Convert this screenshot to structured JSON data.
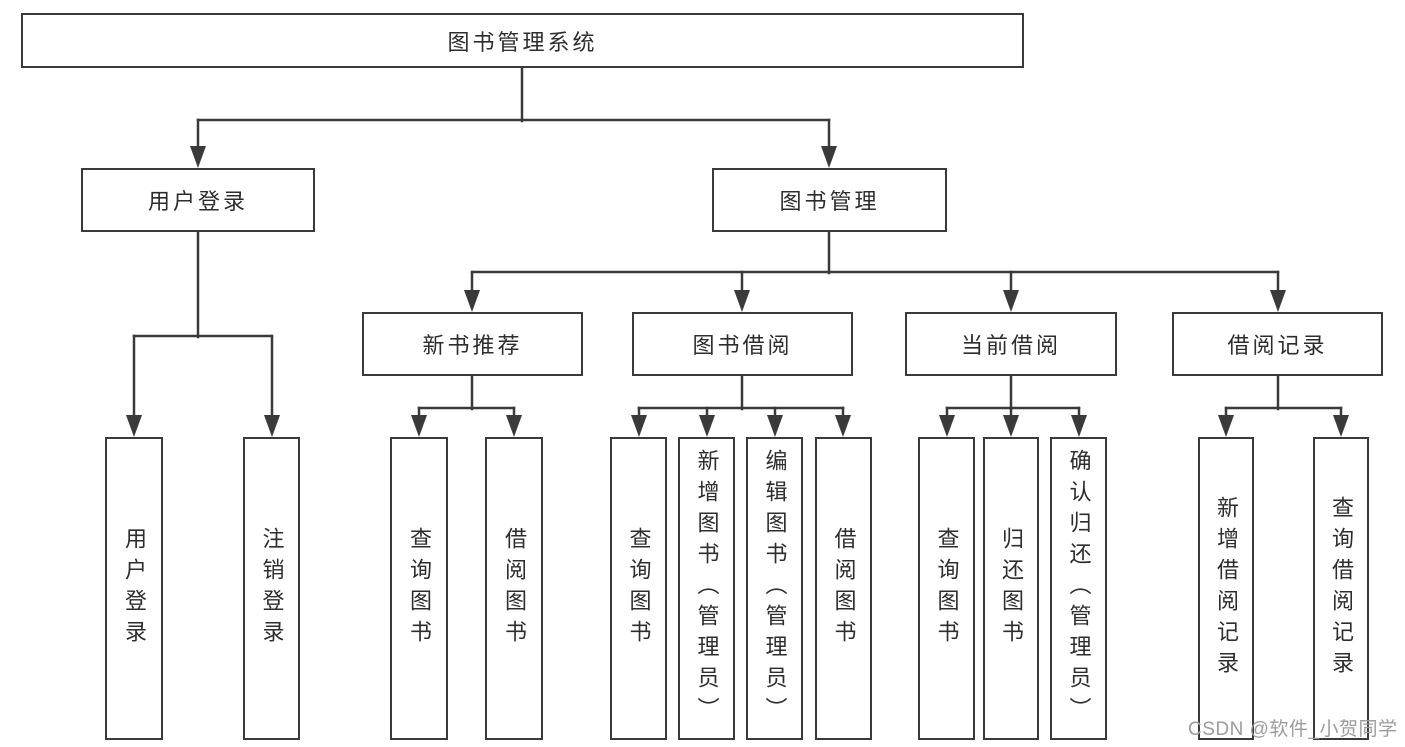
{
  "colors": {
    "line": "#3a3a3a",
    "box_border": "#3a3a3a",
    "text": "#2d2d2d",
    "watermark": "#9c9c9c",
    "background": "#ffffff"
  },
  "nodes": {
    "root": {
      "label": "图书管理系统"
    },
    "user_login_group": {
      "label": "用户登录"
    },
    "book_management": {
      "label": "图书管理"
    },
    "new_book_recommend": {
      "label": "新书推荐"
    },
    "book_borrowing": {
      "label": "图书借阅"
    },
    "current_borrowing": {
      "label": "当前借阅"
    },
    "borrowing_records": {
      "label": "借阅记录"
    },
    "user_login": {
      "label": "用户登录"
    },
    "logout_login": {
      "label": "注销登录"
    },
    "nbr_query_books": {
      "label": "查询图书"
    },
    "nbr_borrow_books": {
      "label": "借阅图书"
    },
    "bb_query_books": {
      "label": "查询图书"
    },
    "bb_add_books": {
      "label": "新增图书（管理员）"
    },
    "bb_edit_books": {
      "label": "编辑图书（管理员）"
    },
    "bb_borrow_books": {
      "label": "借阅图书"
    },
    "cb_query_books": {
      "label": "查询图书"
    },
    "cb_return_books": {
      "label": "归还图书"
    },
    "cb_confirm_return": {
      "label": "确认归还（管理员）"
    },
    "br_add_record": {
      "label": "新增借阅记录"
    },
    "br_query_record": {
      "label": "查询借阅记录"
    }
  },
  "watermark": {
    "text": "CSDN @软件_小贺同学"
  }
}
